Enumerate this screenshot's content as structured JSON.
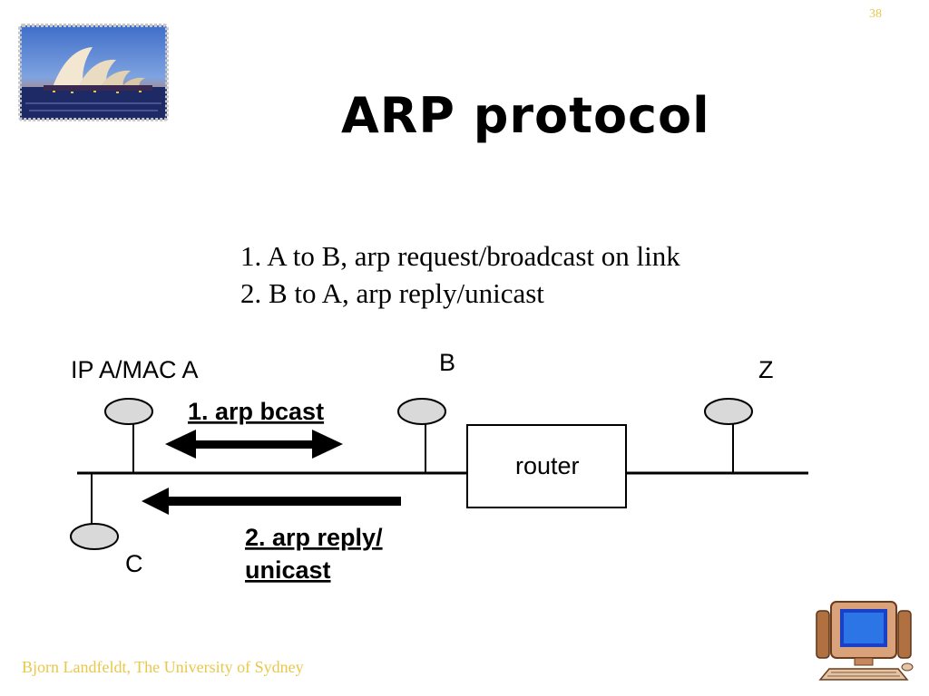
{
  "slide": {
    "page_number": "38",
    "title": "ARP protocol",
    "steps": [
      "1. A to B, arp request/broadcast on link",
      "2. B to A, arp reply/unicast"
    ],
    "footer": "Bjorn Landfeldt, The University of Sydney"
  },
  "diagram": {
    "node_a_label": "IP A/MAC A",
    "node_b_label": "B",
    "node_z_label": "Z",
    "node_c_label": "C",
    "router_label": "router",
    "arrow1_label": "1. arp bcast",
    "arrow2_label_line1": "2. arp reply/",
    "arrow2_label_line2": "unicast"
  },
  "colors": {
    "node_fill": "#d9d9d9",
    "footer_text": "#e8c84a",
    "line": "#000000"
  }
}
